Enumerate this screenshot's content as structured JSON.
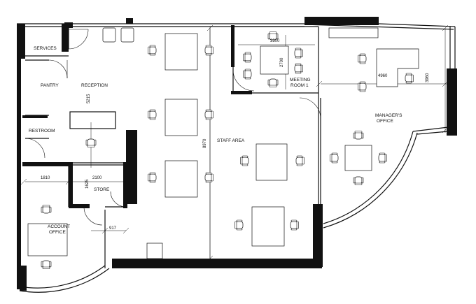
{
  "rooms": {
    "services": "SERVICES",
    "pantry": "PANTRY",
    "reception": "RECEPTION",
    "restroom": "RESTROOM",
    "store": "STORE",
    "account_office_l1": "ACCOUNT",
    "account_office_l2": "OFFICE",
    "staff_area": "STAFF AREA",
    "meeting_room_l1": "MEETING",
    "meeting_room_l2": "ROOM 1",
    "managers_office_l1": "MANAGER'S",
    "managers_office_l2": "OFFICE"
  },
  "dimensions": {
    "d1810": "1810",
    "d2100": "2100",
    "d1625": "1625",
    "d917": "917",
    "d5215": "5215",
    "d8970": "8970",
    "d3300": "3300",
    "d2700": "2700",
    "d4960": "4960",
    "d3960": "3960"
  }
}
